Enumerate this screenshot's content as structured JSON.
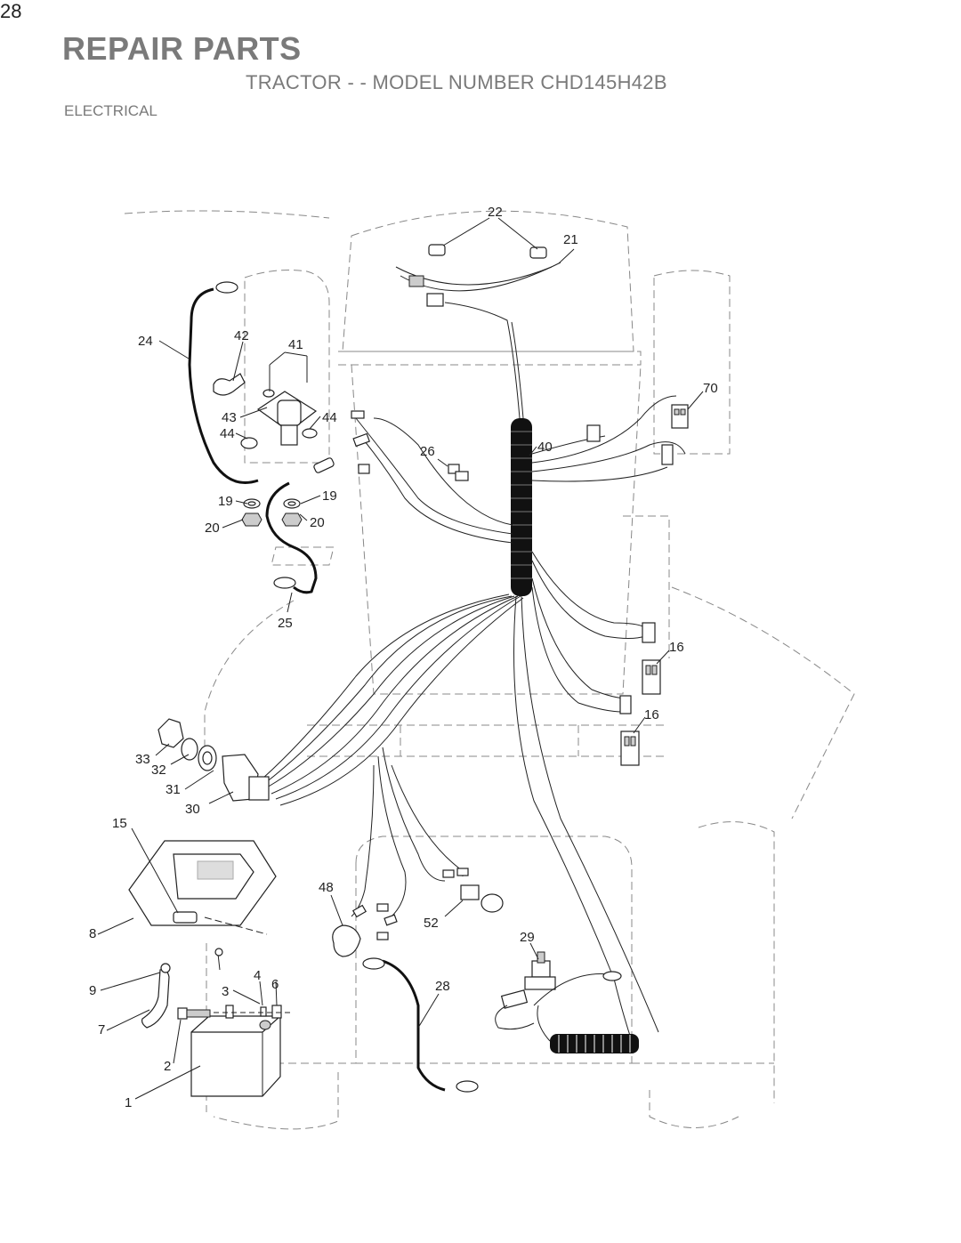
{
  "header": {
    "title": "REPAIR PARTS",
    "subtitle": "TRACTOR - - MODEL NUMBER CHD145H42B",
    "section": "ELECTRICAL"
  },
  "page_number": "28",
  "callouts": [
    "22",
    "21",
    "42",
    "41",
    "24",
    "70",
    "43",
    "44",
    "44",
    "40",
    "26",
    "19",
    "19",
    "20",
    "20",
    "25",
    "16",
    "16",
    "33",
    "32",
    "31",
    "30",
    "15",
    "48",
    "52",
    "8",
    "29",
    "9",
    "4",
    "6",
    "3",
    "28",
    "7",
    "2",
    "1"
  ]
}
